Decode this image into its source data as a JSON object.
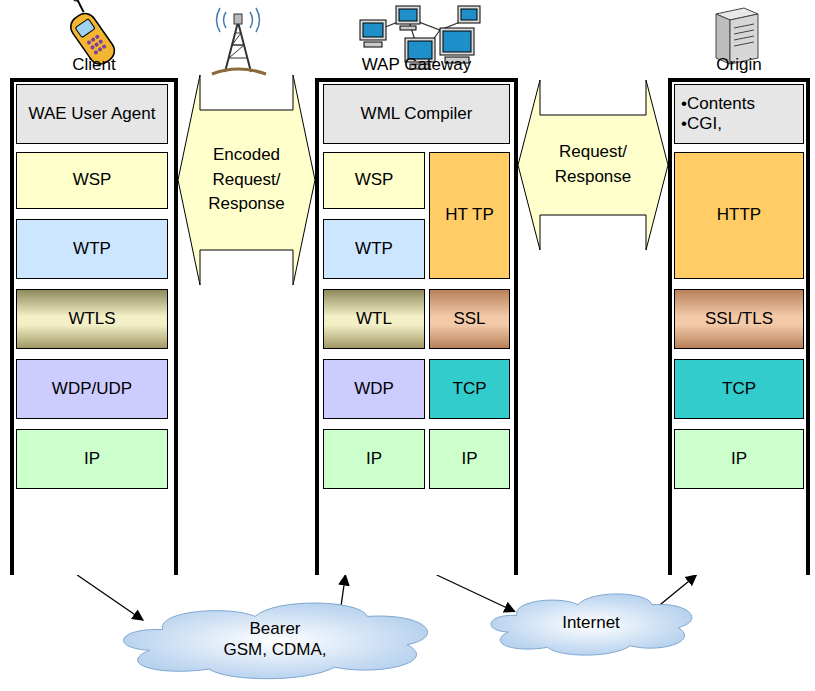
{
  "diagram": {
    "nodes": [
      {
        "text": [
          "Client"
        ]
      },
      {
        "text": [
          "WAE User Agent"
        ],
        "in": 0
      },
      {
        "text": [
          "WSP"
        ],
        "in": 0
      },
      {
        "text": [
          "WTP"
        ],
        "in": 0
      },
      {
        "text": [
          "WTLS"
        ],
        "in": 0
      },
      {
        "text": [
          "WDP/UDP"
        ],
        "in": 0
      },
      {
        "text": [
          "IP"
        ],
        "in": 0
      },
      {
        "text": [
          "WAP Gateway"
        ]
      },
      {
        "text": [
          "WML Compiler"
        ],
        "in": 7
      },
      {
        "text": [
          "WSP"
        ],
        "in": 7
      },
      {
        "text": [
          "HT TP"
        ],
        "in": 7
      },
      {
        "text": [
          "WTP"
        ],
        "in": 7
      },
      {
        "text": [
          "WTL"
        ],
        "in": 7
      },
      {
        "text": [
          "SSL"
        ],
        "in": 7
      },
      {
        "text": [
          "WDP"
        ],
        "in": 7
      },
      {
        "text": [
          "TCP"
        ],
        "in": 7
      },
      {
        "text": [
          "IP"
        ],
        "in": 7
      },
      {
        "text": [
          "IP"
        ],
        "in": 7
      },
      {
        "text": [
          "Origin"
        ]
      },
      {
        "text": [
          "•Contents",
          "•CGI,"
        ],
        "in": 18
      },
      {
        "text": [
          "HTTP"
        ],
        "in": 18
      },
      {
        "text": [
          "SSL/TLS"
        ],
        "in": 18
      },
      {
        "text": [
          "TCP"
        ],
        "in": 18
      },
      {
        "text": [
          "IP"
        ],
        "in": 18
      },
      {
        "text": [
          "Bearer",
          "GSM, CDMA,"
        ]
      },
      {
        "text": [
          "Internet"
        ]
      }
    ],
    "edges": [
      {
        "from": 0,
        "to": 7,
        "label": "Encoded Request/ Response",
        "arrow": "both"
      },
      {
        "from": 7,
        "to": 18,
        "label": "Request/ Response",
        "arrow": "both"
      },
      {
        "from": 0,
        "to": 24,
        "arrow": "to"
      },
      {
        "from": 24,
        "to": 7,
        "arrow": "to"
      },
      {
        "from": 7,
        "to": 25,
        "arrow": "to"
      },
      {
        "from": 25,
        "to": 18,
        "arrow": "to"
      }
    ]
  }
}
